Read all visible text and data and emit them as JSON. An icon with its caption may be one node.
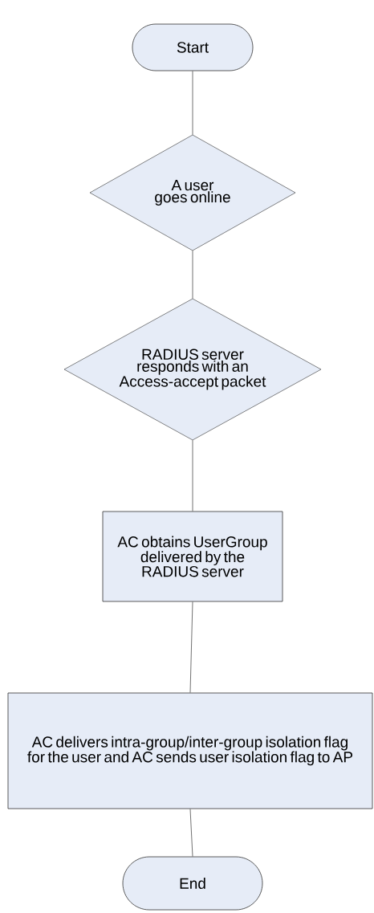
{
  "diagram": {
    "nodes": [
      {
        "text": [
          "Start"
        ]
      },
      {
        "text": [
          "A user goes online"
        ]
      },
      {
        "text": [
          "RADIUS server responds with an Access-accept packet"
        ]
      },
      {
        "text": [
          "AC obtains UserGroup delivered by the RADIUS server"
        ]
      },
      {
        "text": [
          "AC delivers intra-group/inter-group isolation flag for the user and AC sends user isolation flag to AP"
        ]
      },
      {
        "text": [
          "End"
        ]
      }
    ],
    "edges": [
      {
        "from": 0,
        "to": 1,
        "arrow": "none"
      },
      {
        "from": 1,
        "to": 2,
        "arrow": "none"
      },
      {
        "from": 2,
        "to": 3,
        "arrow": "none"
      },
      {
        "from": 3,
        "to": 4,
        "arrow": "none"
      },
      {
        "from": 4,
        "to": 5,
        "arrow": "none"
      }
    ]
  }
}
